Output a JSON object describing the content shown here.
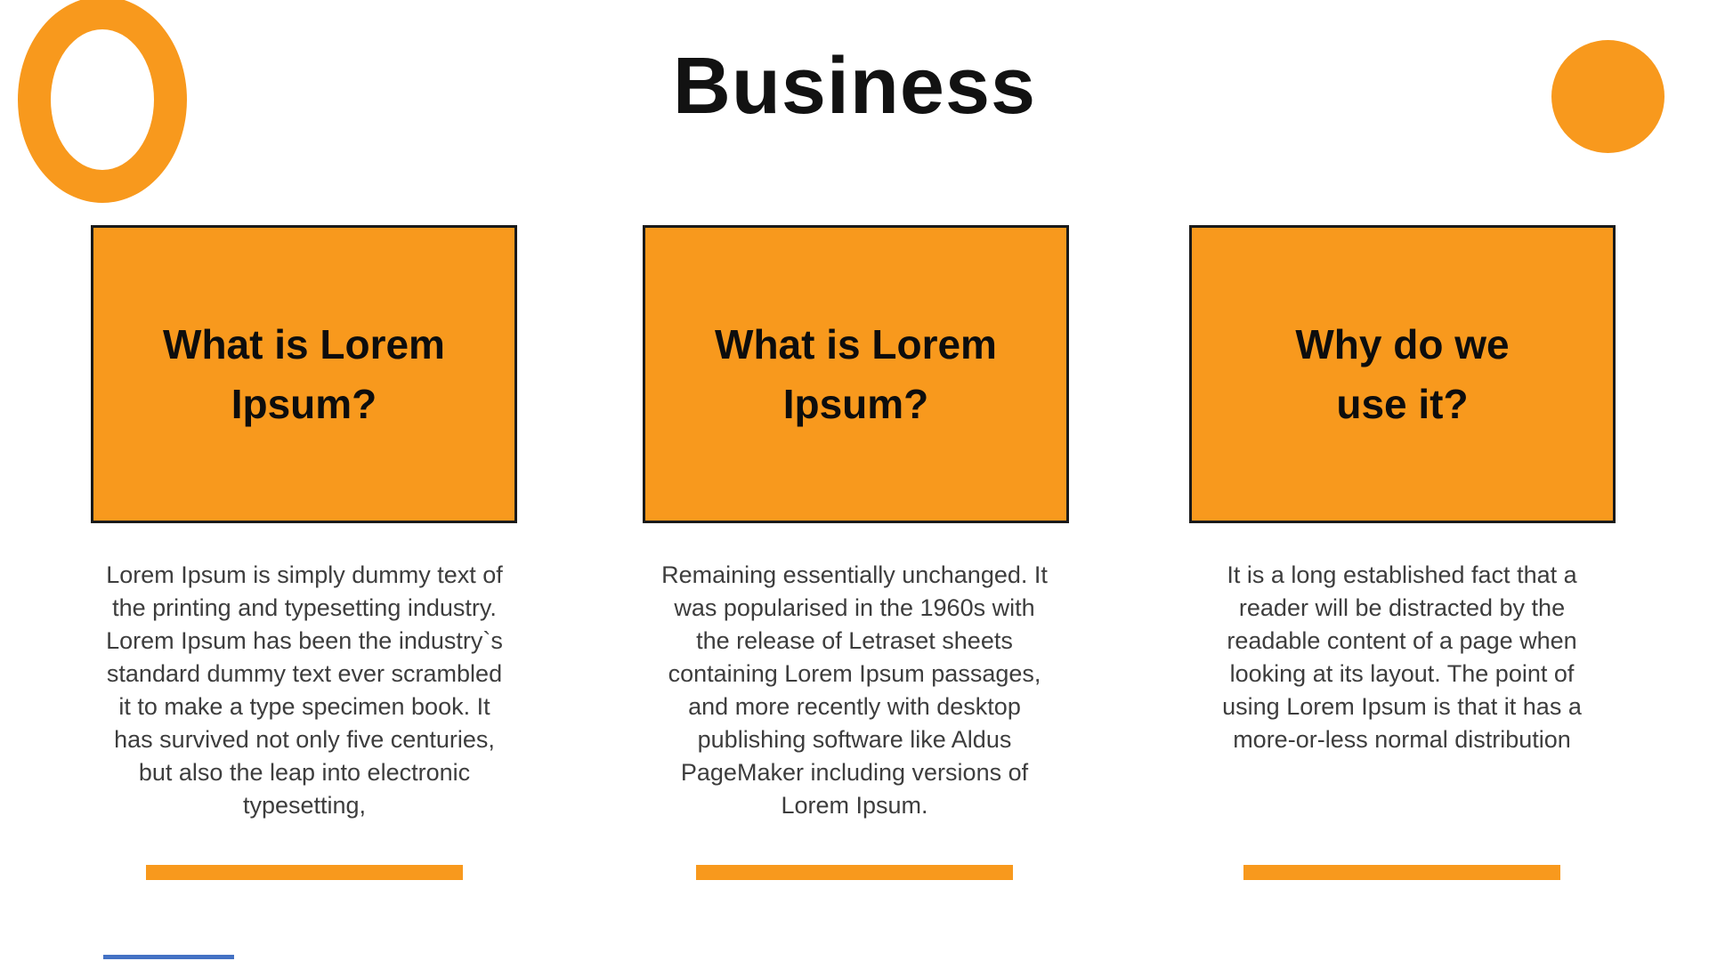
{
  "slide": {
    "title": "Business",
    "columns": [
      {
        "heading": "What is Lorem\nIpsum?",
        "body": "Lorem Ipsum is simply dummy text of\nthe printing and typesetting industry.\nLorem Ipsum has been the industry`s\nstandard dummy text ever scrambled\nit to make a type specimen book. It\nhas survived not only five centuries,\nbut also the leap into electronic\ntypesetting,"
      },
      {
        "heading": "What is Lorem\nIpsum?",
        "body": "Remaining essentially unchanged. It\nwas popularised in the 1960s with\nthe release of Letraset sheets\ncontaining Lorem Ipsum passages,\nand more recently with desktop\npublishing software like Aldus\nPageMaker including versions of\nLorem Ipsum."
      },
      {
        "heading": "Why do we\nuse it?",
        "body": "It is a long established fact that a\nreader will be distracted by the\nreadable content of a page when\nlooking at its layout. The point of\nusing Lorem Ipsum is that it has a\nmore-or-less normal distribution"
      }
    ],
    "colors": {
      "accent_orange": "#F8991D",
      "box_border": "#1a1a1a",
      "heading_text": "#0d0d0d",
      "body_text": "#3d3d3d",
      "title_text": "#121212",
      "blue_accent": "#4472C4"
    }
  }
}
